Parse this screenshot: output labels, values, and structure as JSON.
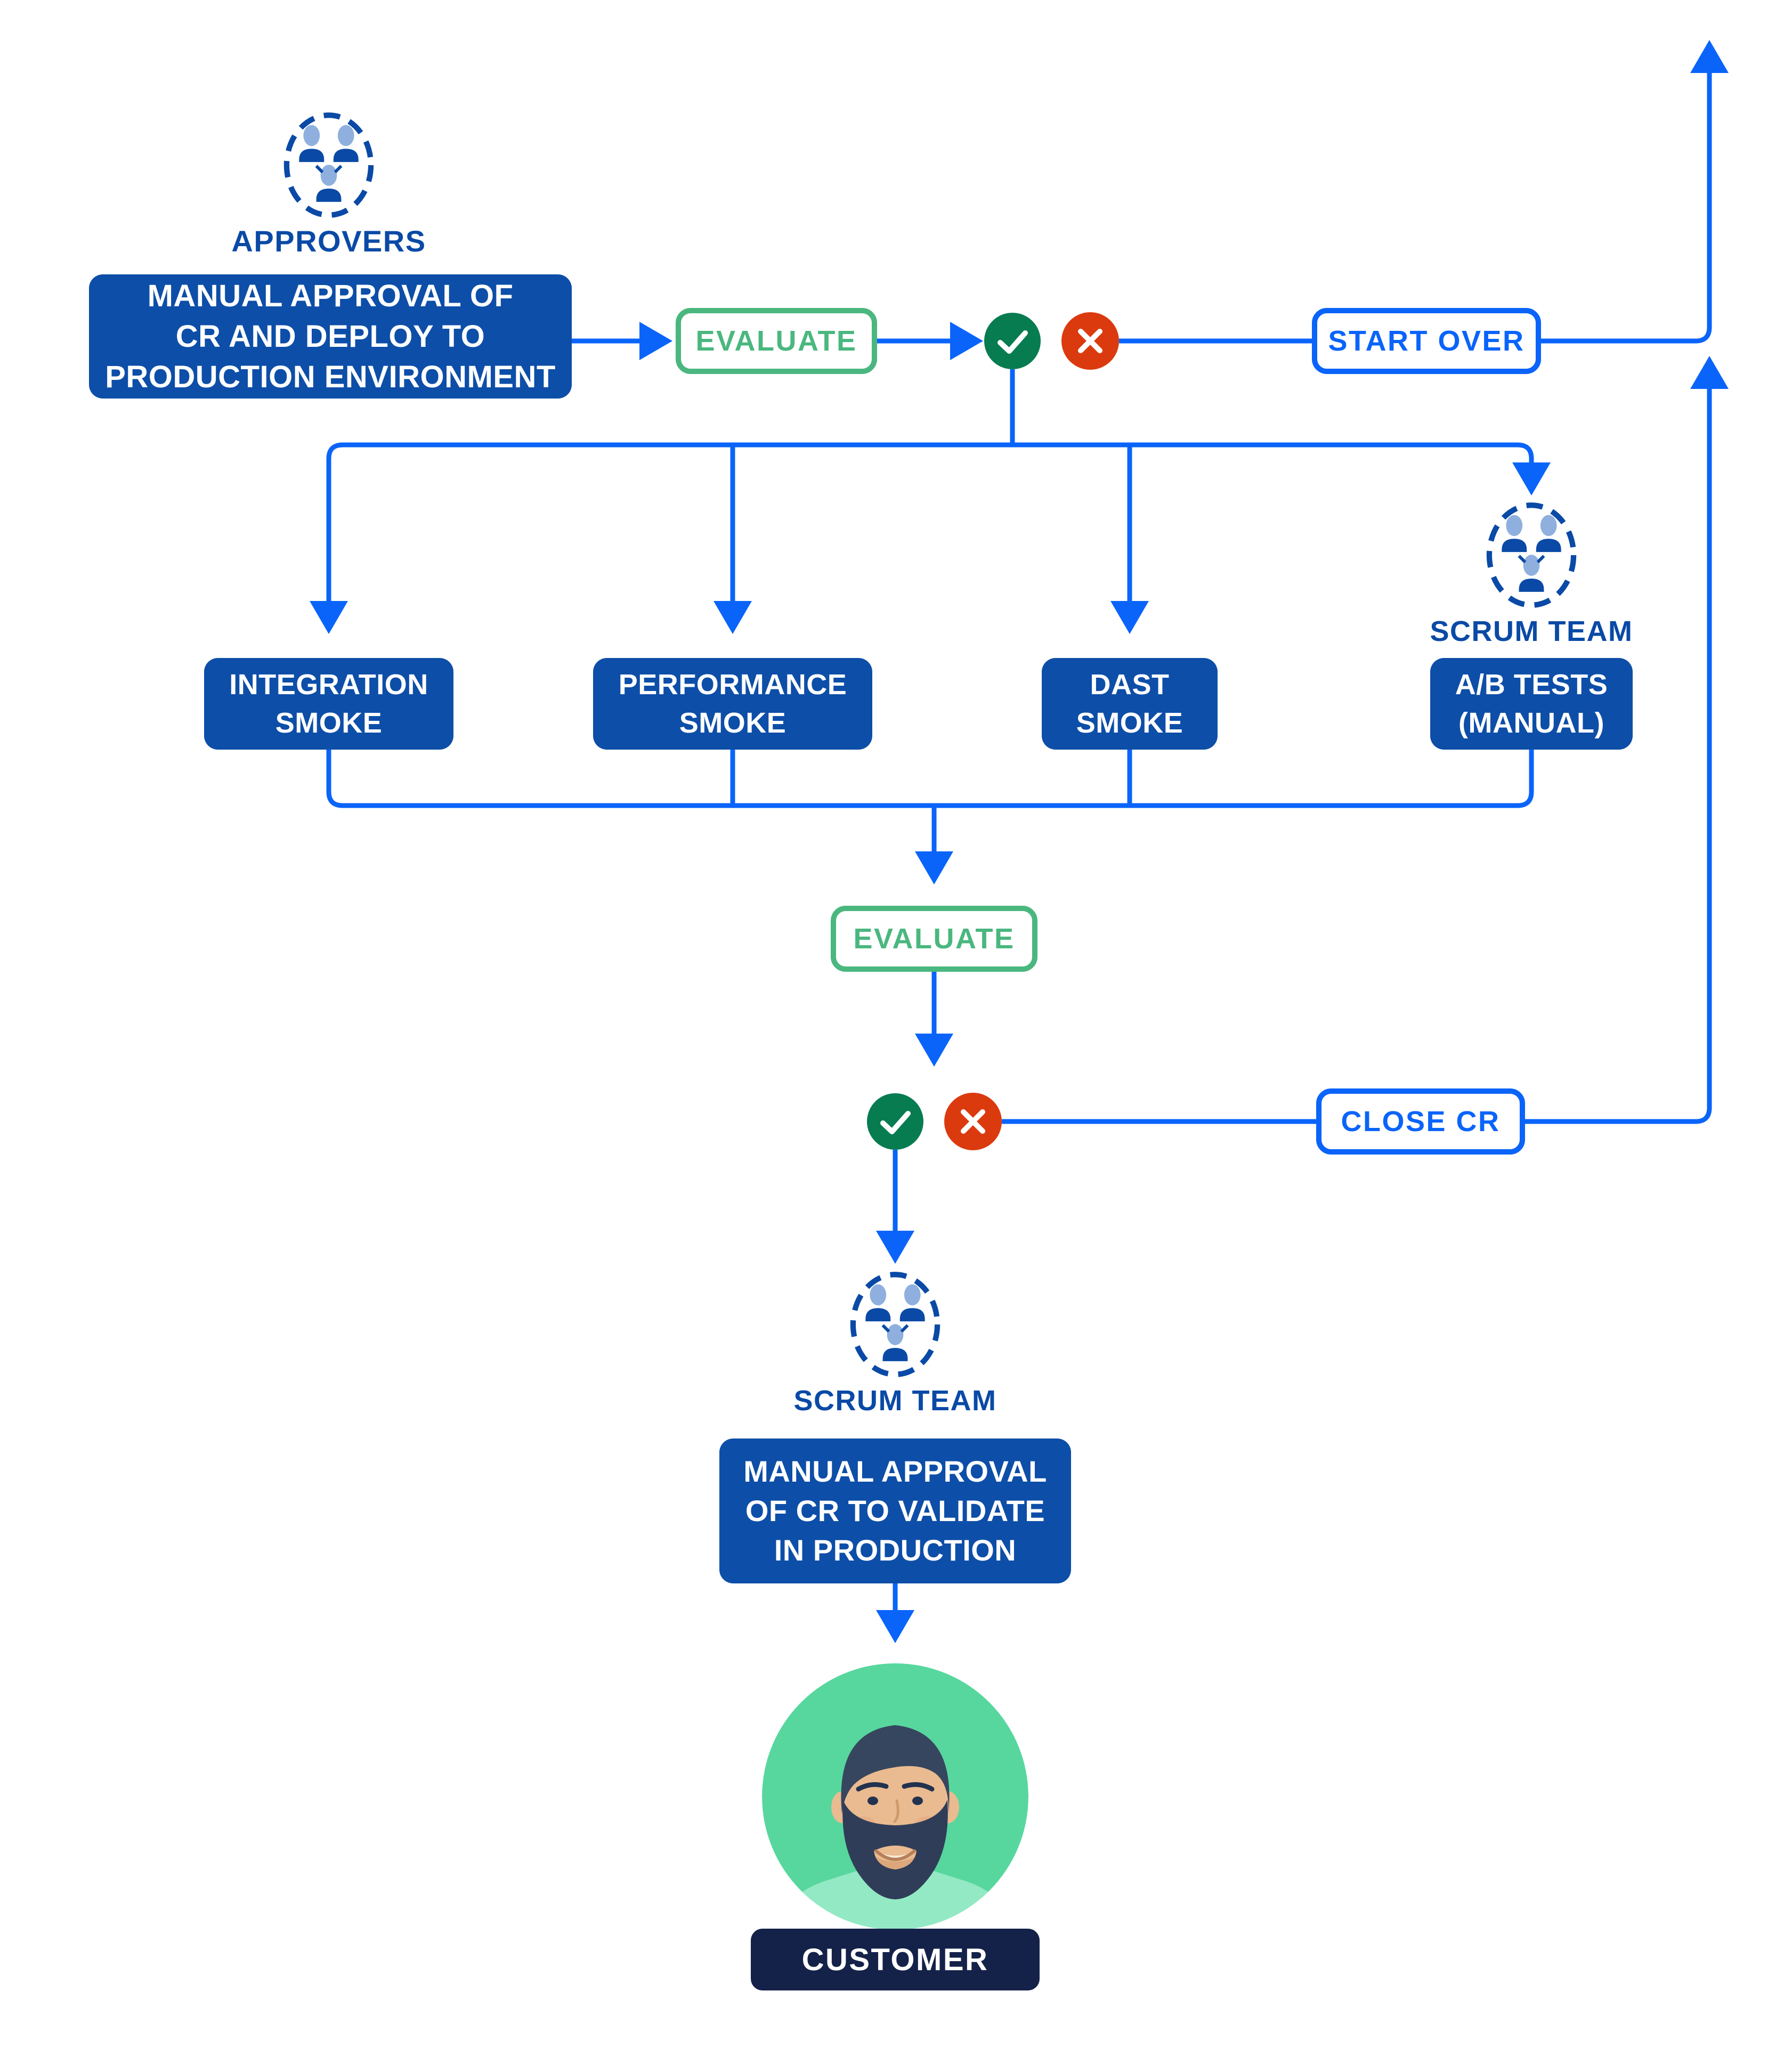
{
  "palette": {
    "line_blue": "#0A64FA",
    "box_blue": "#0D4EA8",
    "label_blue": "#0A4AA6",
    "eval_green": "#4AB77F",
    "check_green": "#077C51",
    "x_red": "#DB3A0E",
    "navy": "#14224A",
    "icon_head": "#8FB0DE",
    "avatar_bg": "#57D79E",
    "shirt": "#93E9C4",
    "skin": "#EABB90",
    "skin_shadow": "#DCA77B",
    "hair": "#37465F",
    "beard": "#2F3D58",
    "feature": "#22324F",
    "nose": "#CE9A6C",
    "blush": "#E2A57D",
    "mouth": "#B5805B",
    "teeth": "#F5E9D5"
  },
  "nodes": {
    "approvers": {
      "label": "APPROVERS"
    },
    "manual_approval_1": {
      "line1": "MANUAL APPROVAL OF",
      "line2": "CR AND DEPLOY TO",
      "line3": "PRODUCTION ENVIRONMENT"
    },
    "evaluate_1": {
      "label": "EVALUATE"
    },
    "start_over": {
      "label": "START OVER"
    },
    "integration_smoke": {
      "line1": "INTEGRATION",
      "line2": "SMOKE"
    },
    "performance_smoke": {
      "line1": "PERFORMANCE",
      "line2": "SMOKE"
    },
    "dast_smoke": {
      "line1": "DAST",
      "line2": "SMOKE"
    },
    "ab_tests": {
      "line1": "A/B TESTS",
      "line2": "(MANUAL)"
    },
    "scrum_team_1": {
      "label": "SCRUM TEAM"
    },
    "evaluate_2": {
      "label": "EVALUATE"
    },
    "close_cr": {
      "label": "CLOSE CR"
    },
    "scrum_team_2": {
      "label": "SCRUM TEAM"
    },
    "manual_approval_2": {
      "line1": "MANUAL APPROVAL",
      "line2": "OF CR TO VALIDATE",
      "line3": "IN PRODUCTION"
    },
    "customer": {
      "label": "CUSTOMER"
    }
  }
}
